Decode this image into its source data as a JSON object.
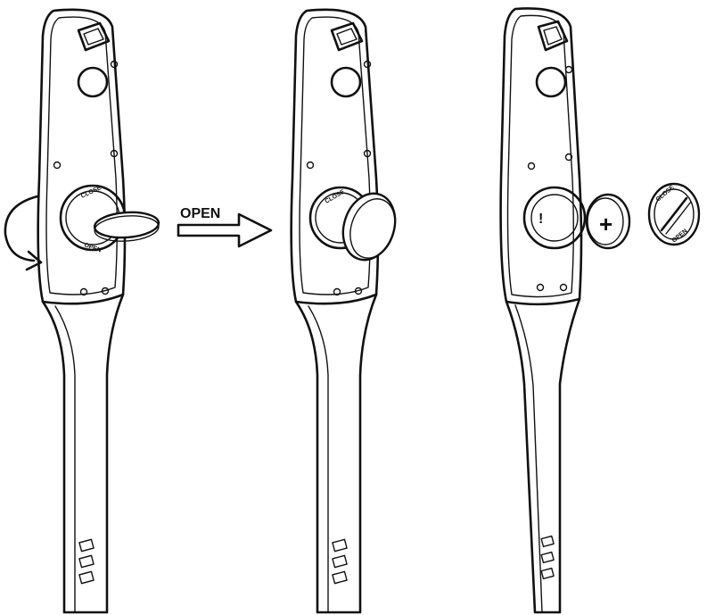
{
  "arrow_label": "OPEN",
  "cap_text_close": "CLOSE",
  "cap_text_open": "OPEN",
  "battery_plus_symbol": "+",
  "battery_mark_symbol": "!"
}
